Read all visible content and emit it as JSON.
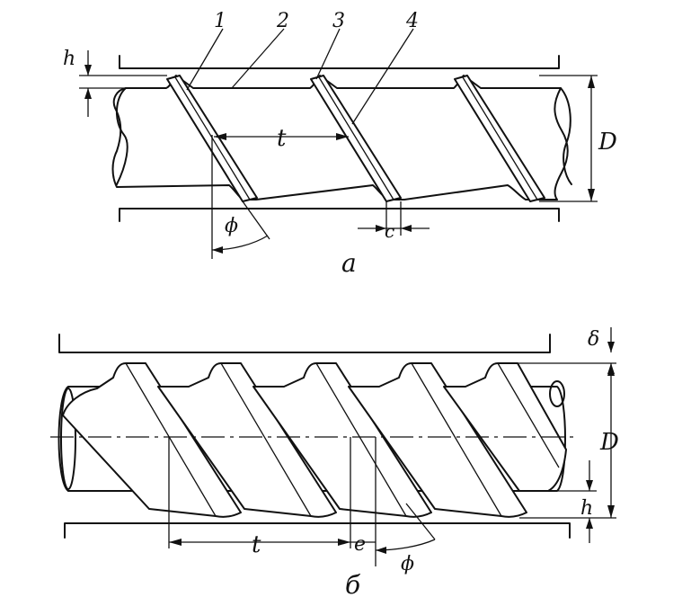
{
  "figure_a": {
    "caption": "a",
    "labels": {
      "rib1": "1",
      "rib2": "2",
      "rib3": "3",
      "rib4": "4",
      "height": "h",
      "pitch": "t",
      "diameter": "D",
      "width": "c",
      "angle": "ϕ"
    }
  },
  "figure_b": {
    "caption": "б",
    "labels": {
      "delta": "δ",
      "diameter": "D",
      "height": "h",
      "pitch": "t",
      "offset": "e",
      "angle": "ϕ"
    }
  }
}
